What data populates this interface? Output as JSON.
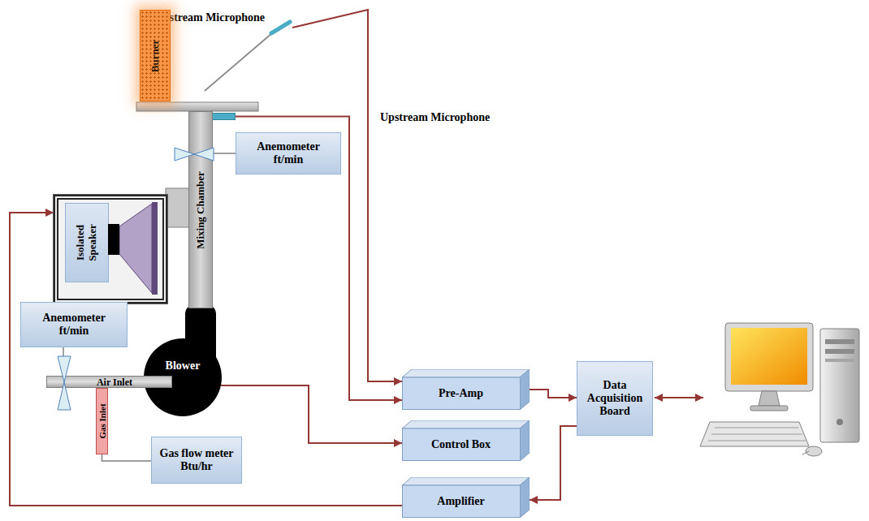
{
  "diagram": {
    "nodes": [
      {
        "text": [
          "Downstream Microphone"
        ]
      },
      {
        "text": [
          "Burner"
        ]
      },
      {
        "text": [
          "Upstream Microphone"
        ]
      },
      {
        "text": [
          "Anemometer ft/min"
        ]
      },
      {
        "text": [
          "Isolated Speaker"
        ]
      },
      {
        "text": [
          "Mixing Chamber"
        ]
      },
      {
        "text": [
          "Anemometer ft/min"
        ]
      },
      {
        "text": [
          "Blower"
        ]
      },
      {
        "text": [
          "Air Inlet"
        ]
      },
      {
        "text": [
          "Gas Inlet"
        ]
      },
      {
        "text": [
          "Gas flow meter Btu/hr"
        ]
      },
      {
        "text": [
          "Pre-Amp"
        ]
      },
      {
        "text": [
          "Control Box"
        ]
      },
      {
        "text": [
          "Data Acquisition Board"
        ]
      },
      {
        "text": [
          "Amplifier"
        ]
      }
    ],
    "edges": [
      {
        "from": 0,
        "to": 11,
        "arrow": "to"
      },
      {
        "from": 2,
        "to": 11,
        "arrow": "to"
      },
      {
        "from": 11,
        "to": 13,
        "arrow": "to"
      },
      {
        "from": 3,
        "to": 5,
        "arrow": "none"
      },
      {
        "from": 6,
        "to": 8,
        "arrow": "none"
      },
      {
        "from": 9,
        "to": 10,
        "arrow": "none"
      },
      {
        "from": 13,
        "to": 14,
        "arrow": "to"
      },
      {
        "from": 14,
        "to": 4,
        "arrow": "to"
      },
      {
        "from": 7,
        "to": 12,
        "arrow": "to"
      }
    ]
  }
}
